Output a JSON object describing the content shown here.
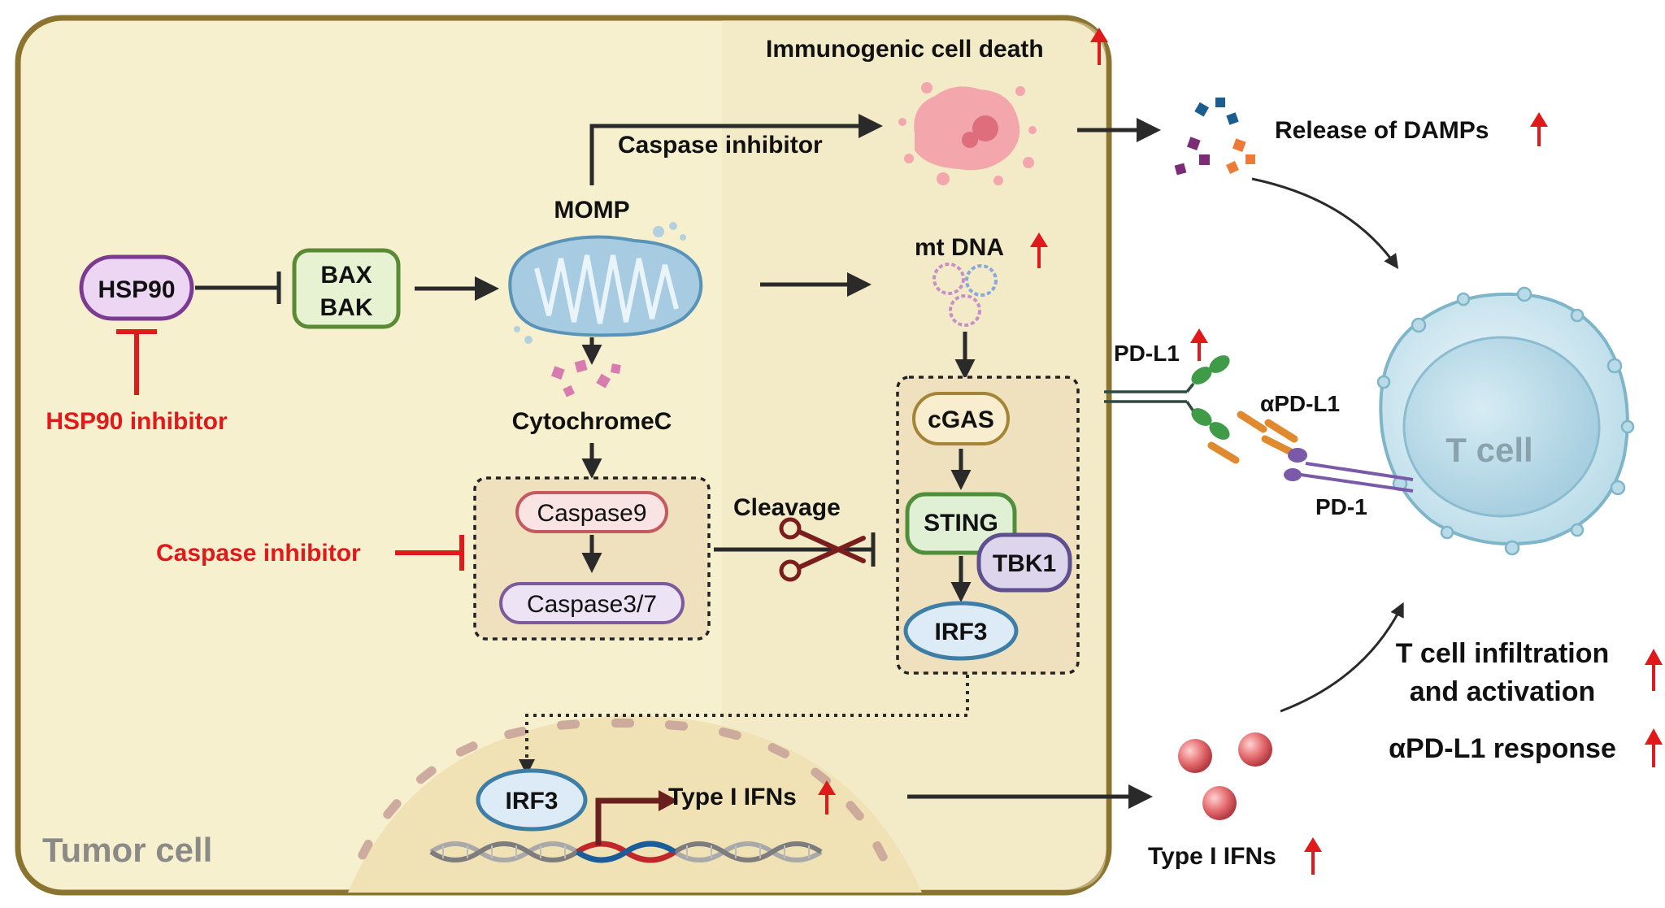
{
  "labels": {
    "hsp90": "HSP90",
    "hsp90_inhibitor": "HSP90 inhibitor",
    "bax": "BAX",
    "bak": "BAK",
    "momp": "MOMP",
    "caspase_inhibitor_top": "Caspase inhibitor",
    "immunogenic_cell_death": "Immunogenic cell death",
    "cytochromec": "CytochromeC",
    "caspase9": "Caspase9",
    "caspase37": "Caspase3/7",
    "caspase_inhibitor_side": "Caspase inhibitor",
    "cleavage": "Cleavage",
    "mtdna": "mt DNA",
    "cgas": "cGAS",
    "sting": "STING",
    "tbk1": "TBK1",
    "irf3": "IRF3",
    "irf3_nucleus": "IRF3",
    "type1_ifns_nucleus": "Type I IFNs",
    "tumor_cell": "Tumor cell",
    "release_damps": "Release of DAMPs",
    "pdl1": "PD-L1",
    "apdl1": "αPD-L1",
    "pd1": "PD-1",
    "t_cell": "T cell",
    "t_cell_infiltration_1": "T cell infiltration",
    "t_cell_infiltration_2": "and activation",
    "apdl1_response": "αPD-L1 response",
    "type1_ifns_out": "Type I IFNs"
  },
  "colors": {
    "tumor_fill": "#f6f0cf",
    "tumor_border": "#8b7330",
    "inhibit_red": "#e0191b",
    "up_arrow": "#e0191b",
    "arrow": "#2a2a2a",
    "hsp90_fill": "#ecd6f4",
    "hsp90_border": "#7a3b91",
    "bax_fill": "#e7f2d3",
    "bax_border": "#5a8a33",
    "cgas_fill": "#f8edcf",
    "cgas_border": "#a48436",
    "sting_fill": "#dff0d5",
    "sting_border": "#4f8f3c",
    "tbk1_fill": "#dcd5ec",
    "tbk1_border": "#5e4f8e",
    "irf3_fill": "#dcebf5",
    "irf3_border": "#3e7ea6",
    "casp9_fill": "#fae3e3",
    "casp9_border": "#c45a5f",
    "casp37_fill": "#ece3f4",
    "casp37_border": "#7d5a9e",
    "t_cell_fill": "#cfe6ef"
  },
  "icons": [
    "mitochondrion-icon",
    "dying-cell-icon",
    "mtdna-circles-icon",
    "scissors-icon",
    "dna-helix-icon",
    "damps-icon",
    "ifn-spheres-icon",
    "t-cell-icon",
    "antibody-icon"
  ]
}
